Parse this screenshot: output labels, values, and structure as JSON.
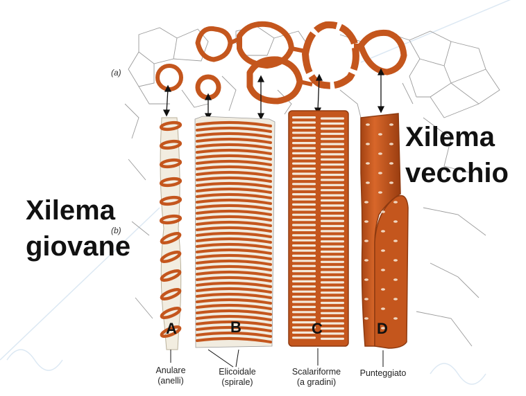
{
  "panel_labels": {
    "a": "(a)",
    "b": "(b)"
  },
  "headings": {
    "young_line1": "Xilema",
    "young_line2": "giovane",
    "old_line1": "Xilema",
    "old_line2": "vecchio"
  },
  "vessels": [
    {
      "letter": "A",
      "caption_line1": "Anulare",
      "caption_line2": "(anelli)"
    },
    {
      "letter": "B",
      "caption_line1": "Elicoidale",
      "caption_line2": "(spirale)"
    },
    {
      "letter": "C",
      "caption_line1": "Scalariforme",
      "caption_line2": "(a gradini)"
    },
    {
      "letter": "D",
      "caption_line1": "Punteggiato",
      "caption_line2": ""
    }
  ],
  "colors": {
    "wall": "#c4561d",
    "wall_dark": "#8e3a10",
    "cell_line": "#9a9a9a",
    "vessel_pale": "#f2ede0",
    "watermark": "#d8e6f2"
  }
}
